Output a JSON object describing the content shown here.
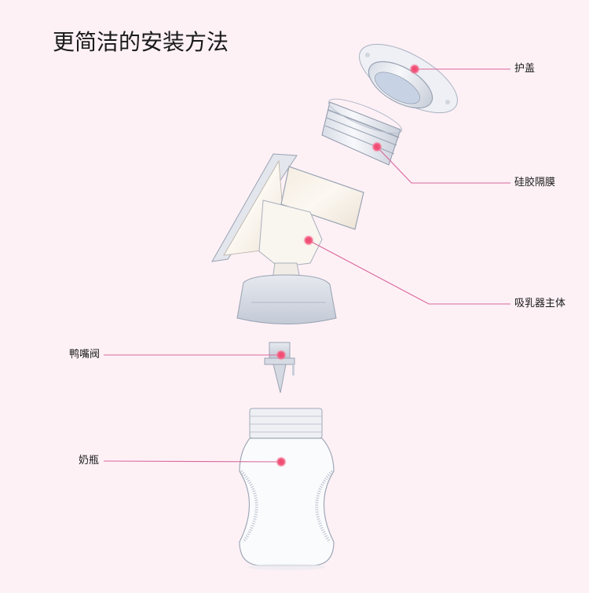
{
  "title": "更简洁的安装方法",
  "colors": {
    "background": "#fdf1f6",
    "leader_line": "#d9669a",
    "marker_dot": "#f0456e",
    "part_outline": "#9aa3b3"
  },
  "parts": [
    {
      "id": "cover",
      "label": "护盖"
    },
    {
      "id": "silicone-diaphragm",
      "label": "硅胶隔膜"
    },
    {
      "id": "pump-body",
      "label": "吸乳器主体"
    },
    {
      "id": "duckbill-valve",
      "label": "鸭嘴阀"
    },
    {
      "id": "bottle",
      "label": "奶瓶"
    }
  ]
}
